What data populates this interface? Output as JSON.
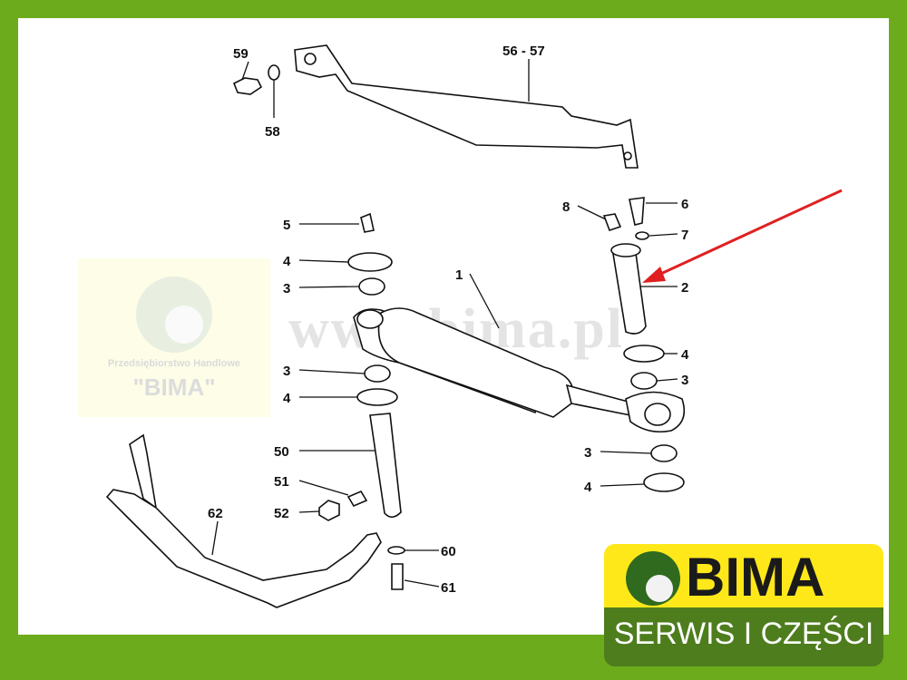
{
  "watermark": {
    "company_line": "Przedsiębiorstwo Handlowe",
    "company_name": "\"BIMA\"",
    "url": "www.bima.pl"
  },
  "logo": {
    "name": "BIMA",
    "tagline": "SERWIS I CZĘŚCI"
  },
  "labels": [
    "59",
    "58",
    "56 - 57",
    "5",
    "4",
    "3",
    "1",
    "8",
    "6",
    "7",
    "2",
    "4",
    "3",
    "3",
    "4",
    "50",
    "51",
    "52",
    "62",
    "3",
    "4",
    "60",
    "61"
  ],
  "colors": {
    "frame": "#6cab1c",
    "arrow": "#e02020",
    "logo_yellow": "#ffe81a",
    "logo_green": "#4e7d1d"
  }
}
